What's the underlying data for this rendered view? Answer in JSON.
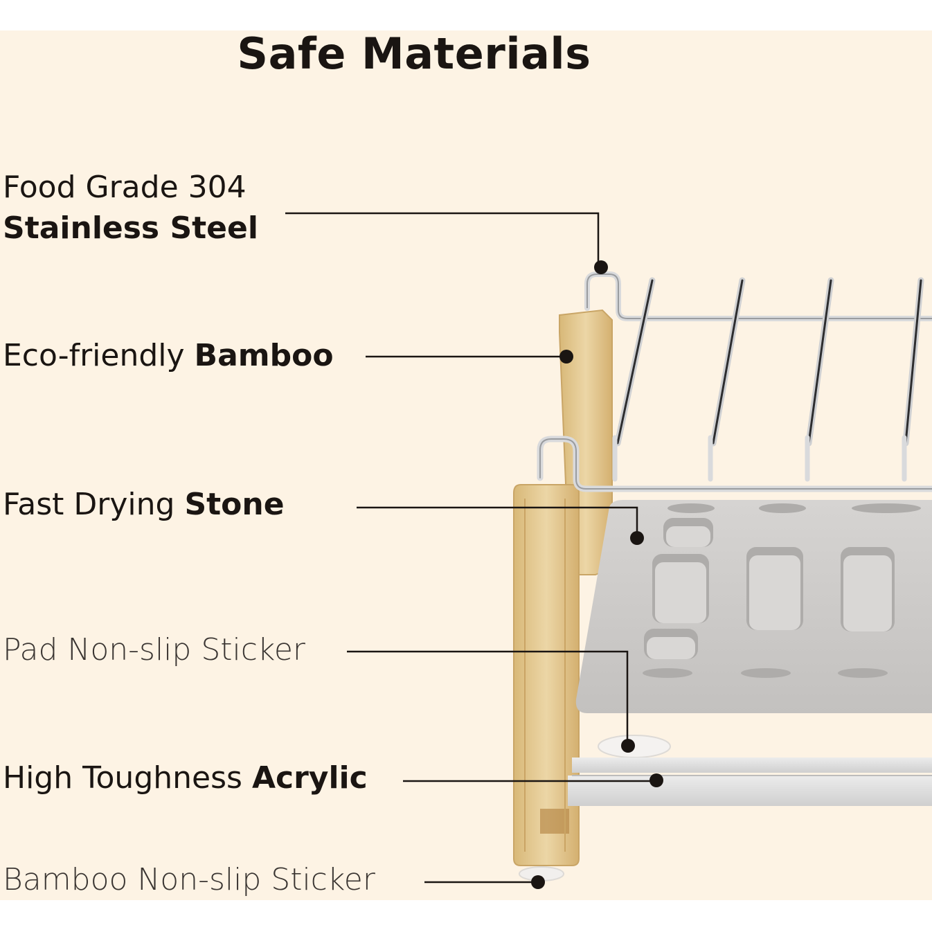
{
  "title": "Safe Materials",
  "labels": {
    "steel": {
      "line1": "Food Grade 304",
      "line2": "Stainless Steel"
    },
    "bamboo": {
      "regular": "Eco-friendly ",
      "bold": "Bamboo"
    },
    "stone": {
      "regular": "Fast Drying ",
      "bold": "Stone"
    },
    "pad": {
      "regular": "Pad Non-slip Sticker"
    },
    "acrylic": {
      "regular": "High Toughness ",
      "bold": "Acrylic"
    },
    "bamboo_sticker": {
      "regular": "Bamboo Non-slip Sticker"
    }
  },
  "colors": {
    "background": "#fdf3e4",
    "bamboo": "#e4c88e",
    "stone": "#cdcbc9",
    "steel": "#d9dadc",
    "callout": "#1a1512"
  }
}
